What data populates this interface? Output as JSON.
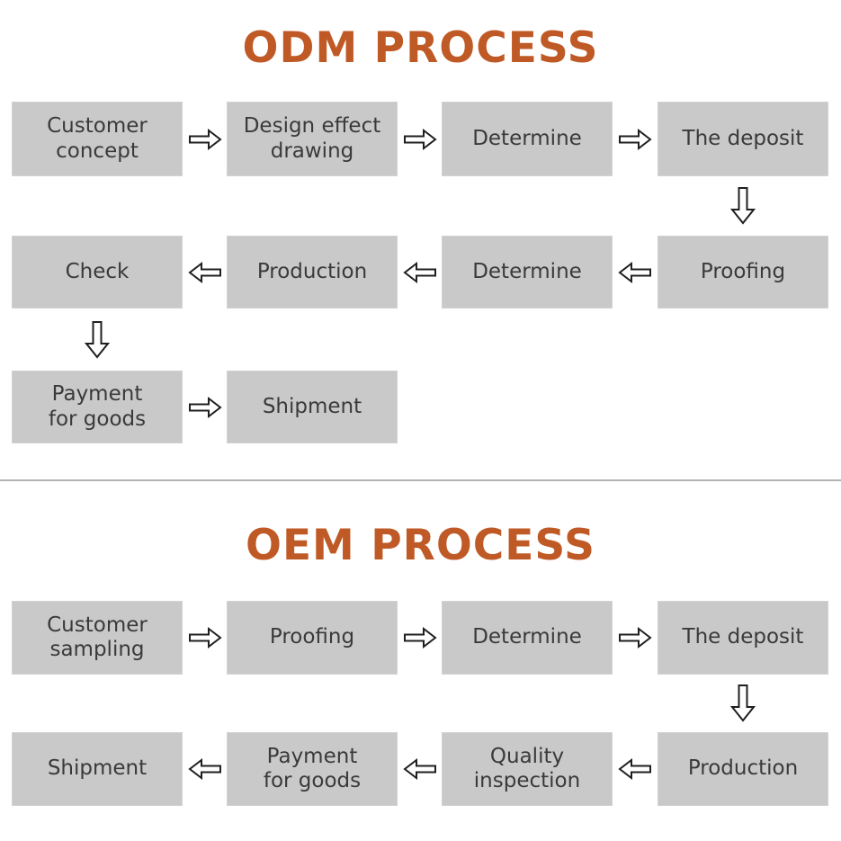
{
  "colors": {
    "title_accent": "#bf5a26",
    "box_fill": "#c9c9c9",
    "box_text": "#3a3a3a",
    "arrow_outline": "#1f1f1f",
    "divider": "#b3b3b3"
  },
  "icons": {
    "arrow-right": "⇨",
    "arrow-left": "⇦",
    "arrow-down": "⇩"
  },
  "sections": [
    {
      "title": "ODM PROCESS",
      "rows": [
        {
          "direction": "right",
          "boxes": [
            "Customer\nconcept",
            "Design effect\ndrawing",
            "Determine",
            "The deposit"
          ]
        },
        {
          "direction": "left",
          "boxes": [
            "Check",
            "Production",
            "Determine",
            "Proofing"
          ]
        },
        {
          "direction": "right",
          "boxes": [
            "Payment\nfor goods",
            "Shipment"
          ]
        }
      ],
      "down_arrows": [
        {
          "from": "The deposit",
          "to": "Proofing"
        },
        {
          "from": "Check",
          "to": "Payment\nfor goods"
        }
      ]
    },
    {
      "title": "OEM PROCESS",
      "rows": [
        {
          "direction": "right",
          "boxes": [
            "Customer\nsampling",
            "Proofing",
            "Determine",
            "The deposit"
          ]
        },
        {
          "direction": "left",
          "boxes": [
            "Shipment",
            "Payment\nfor goods",
            "Quality\ninspection",
            "Production"
          ]
        }
      ],
      "down_arrows": [
        {
          "from": "The deposit",
          "to": "Production"
        }
      ]
    }
  ]
}
